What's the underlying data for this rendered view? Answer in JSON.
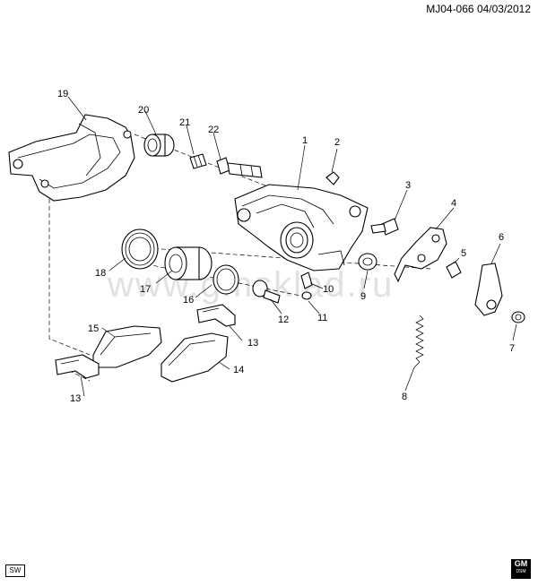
{
  "header": {
    "code": "MJ04-066",
    "date": "04/03/2012"
  },
  "watermark": "www.gmsklad.ru",
  "footer": {
    "badge": "SW",
    "logo_text": "GM",
    "logo_sub": "DSM"
  },
  "callouts": [
    {
      "id": "c1",
      "label": "1"
    },
    {
      "id": "c2",
      "label": "2"
    },
    {
      "id": "c3",
      "label": "3"
    },
    {
      "id": "c4",
      "label": "4"
    },
    {
      "id": "c5",
      "label": "5"
    },
    {
      "id": "c6",
      "label": "6"
    },
    {
      "id": "c7",
      "label": "7"
    },
    {
      "id": "c8",
      "label": "8"
    },
    {
      "id": "c9",
      "label": "9"
    },
    {
      "id": "c10",
      "label": "10"
    },
    {
      "id": "c11",
      "label": "11"
    },
    {
      "id": "c12",
      "label": "12"
    },
    {
      "id": "c13a",
      "label": "13"
    },
    {
      "id": "c13b",
      "label": "13"
    },
    {
      "id": "c14",
      "label": "14"
    },
    {
      "id": "c15",
      "label": "15"
    },
    {
      "id": "c16",
      "label": "16"
    },
    {
      "id": "c17",
      "label": "17"
    },
    {
      "id": "c18",
      "label": "18"
    },
    {
      "id": "c19",
      "label": "19"
    },
    {
      "id": "c20",
      "label": "20"
    },
    {
      "id": "c21",
      "label": "21"
    },
    {
      "id": "c22",
      "label": "22"
    }
  ]
}
